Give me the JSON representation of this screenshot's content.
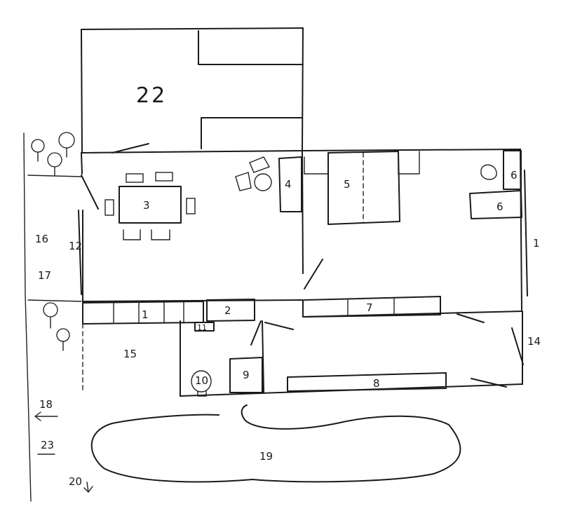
{
  "labels": {
    "n1": "1",
    "n2": "2",
    "n3": "3",
    "n4": "4",
    "n5": "5",
    "n6a": "6",
    "n6b": "6",
    "n7": "7",
    "n8": "8",
    "n9": "9",
    "n10": "10",
    "n11": "11",
    "n12": "12",
    "n14": "14",
    "n15": "15",
    "n16": "16",
    "n17": "17",
    "n18": "18",
    "n19": "19",
    "n20": "20",
    "n22": "22",
    "n23": "23",
    "n1b": "1"
  }
}
